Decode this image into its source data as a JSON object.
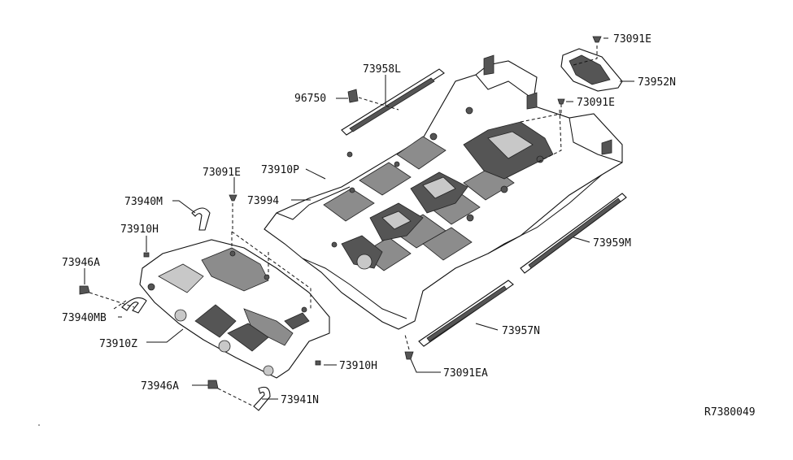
{
  "labels": {
    "l73091E_top": "73091E",
    "l73952N": "73952N",
    "l73091E_mid": "73091E",
    "l73958L": "73958L",
    "l96750": "96750",
    "l73910P": "73910P",
    "l73091E_left": "73091E",
    "l73994": "73994",
    "l73940M": "73940M",
    "l73910H_top": "73910H",
    "l73946A_top": "73946A",
    "l73940MB": "73940MB",
    "l73910Z": "73910Z",
    "l73959M": "73959M",
    "l73957N": "73957N",
    "l73910H_bottom": "73910H",
    "l73091EA": "73091EA",
    "l73946A_bottom": "73946A",
    "l73941N": "73941N"
  },
  "reference_code": "R7380049"
}
